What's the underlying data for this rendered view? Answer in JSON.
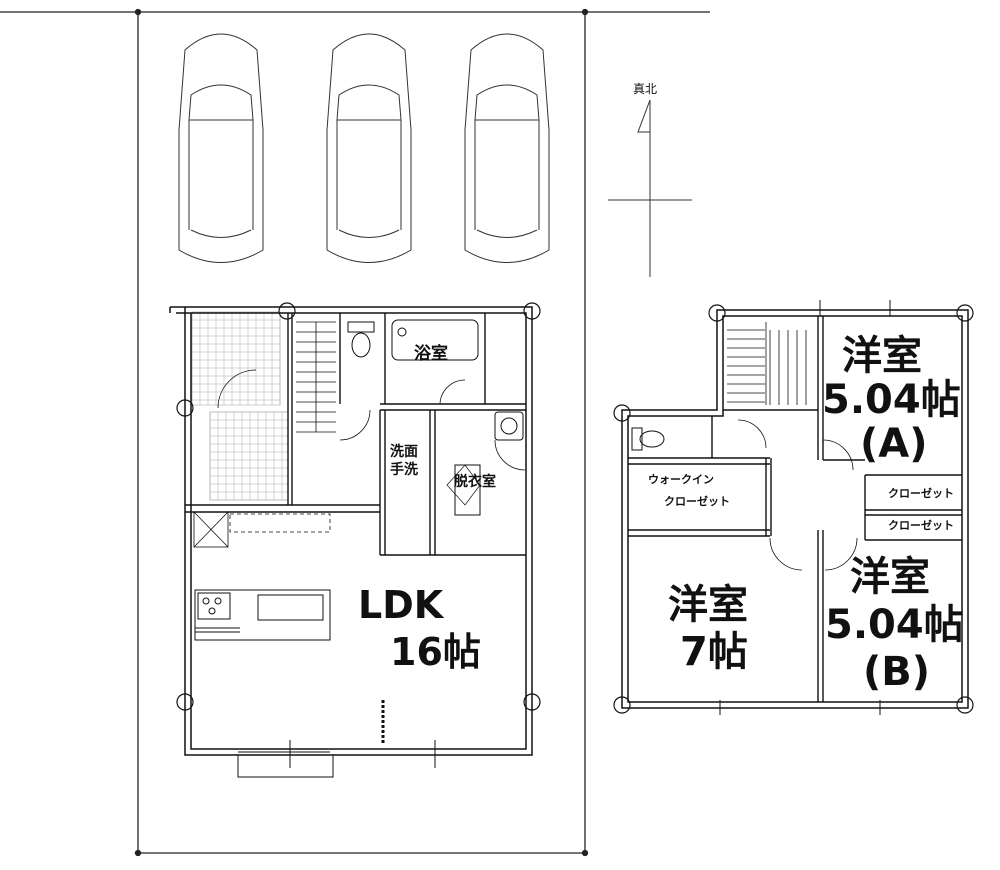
{
  "north_label": "真北",
  "ground_floor": {
    "bath": "浴室",
    "washroom_line1": "洗面",
    "washroom_line2": "手洗",
    "dressing": "脱衣室",
    "ldk_line1": "LDK",
    "ldk_line2": "16帖"
  },
  "upper_floor": {
    "room_a_line1": "洋室",
    "room_a_line2": "5.04帖",
    "room_a_line3": "(A)",
    "closet_1": "クローゼット",
    "closet_2": "クローゼット",
    "walkin_line1": "ウォークイン",
    "walkin_line2": "クローゼット",
    "room_7_line1": "洋室",
    "room_7_line2": "7帖",
    "room_b_line1": "洋室",
    "room_b_line2": "5.04帖",
    "room_b_line3": "(B)"
  },
  "parking_cars": [
    "car-1",
    "car-2",
    "car-3"
  ]
}
